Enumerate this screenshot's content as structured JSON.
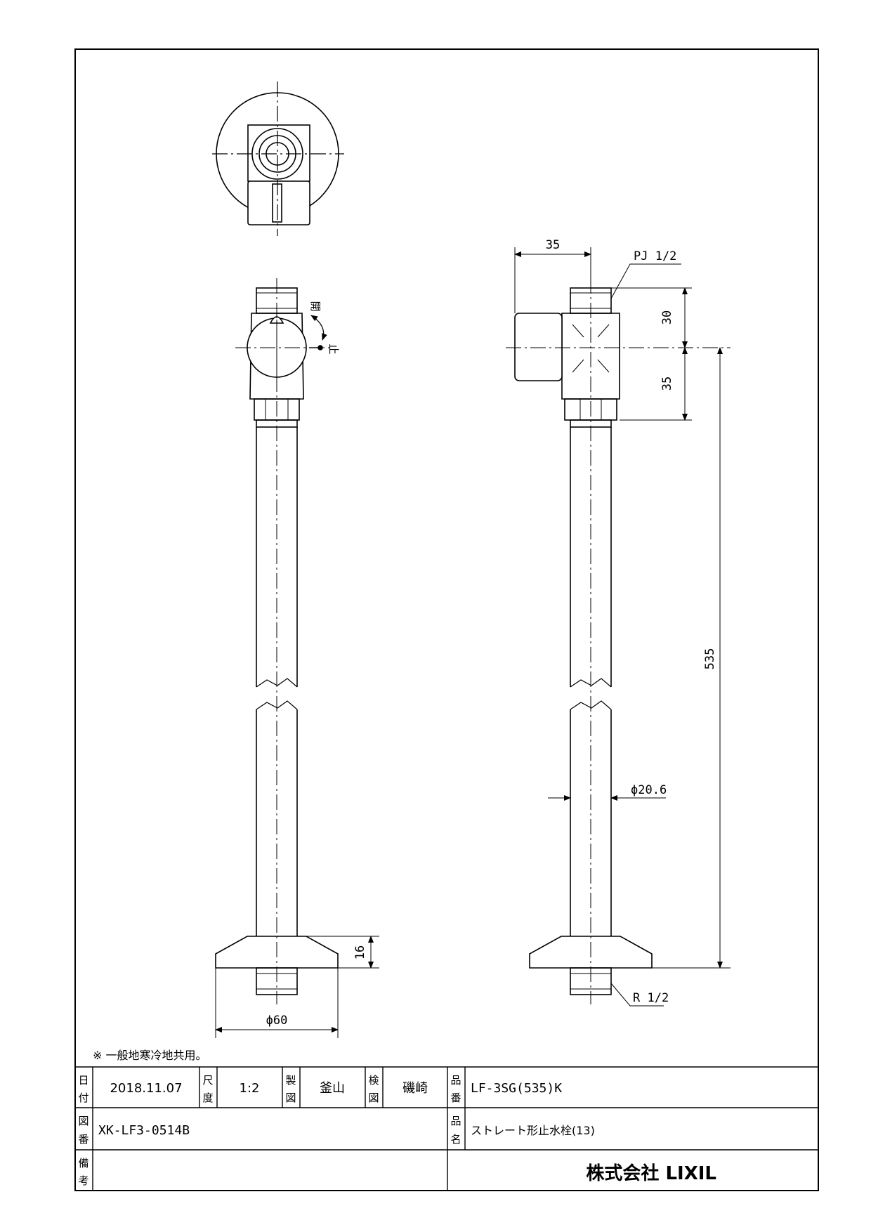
{
  "dimensions": {
    "top_width": "35",
    "thread_top": "PJ 1/2",
    "height_upper": "30",
    "height_lower": "35",
    "overall_length": "535",
    "pipe_diameter": "ϕ20.6",
    "flange_height": "16",
    "flange_diameter": "ϕ60",
    "thread_bottom": "R 1/2"
  },
  "handle_labels": {
    "open": "開",
    "close": "止"
  },
  "note": "※ 一般地寒冷地共用。",
  "title_block": {
    "date_label_1": "日",
    "date_label_2": "付",
    "date_value": "2018.11.07",
    "scale_label_1": "尺",
    "scale_label_2": "度",
    "scale_value": "1:2",
    "maker_label_1": "製",
    "maker_label_2": "図",
    "maker_value": "釜山",
    "checker_label_1": "検",
    "checker_label_2": "図",
    "checker_value": "磯崎",
    "part_no_label_1": "品",
    "part_no_label_2": "番",
    "part_no_value": "LF-3SG(535)K",
    "drawing_no_label_1": "図",
    "drawing_no_label_2": "番",
    "drawing_no_value": "XK-LF3-0514B",
    "product_name_label_1": "品",
    "product_name_label_2": "名",
    "product_name_value": "ストレート形止水栓(13)",
    "remarks_label_1": "備",
    "remarks_label_2": "考",
    "company": "株式会社 LIXIL"
  }
}
